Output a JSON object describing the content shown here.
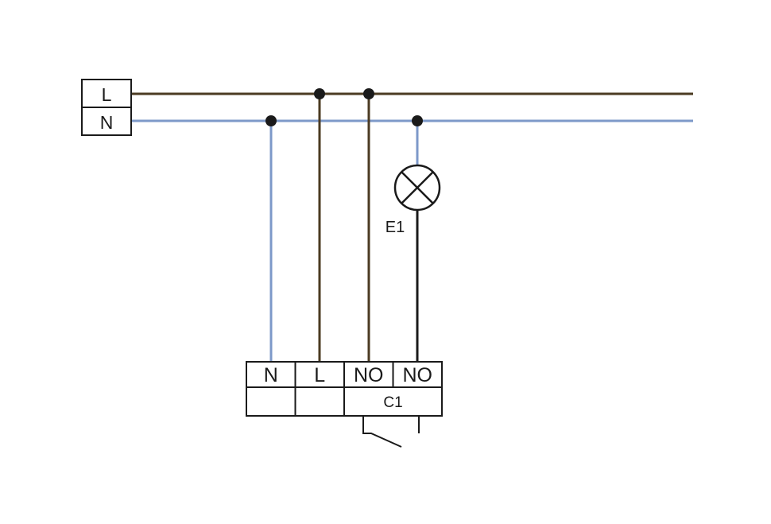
{
  "diagram": {
    "type": "wiring-diagram",
    "background": "#ffffff",
    "colors": {
      "live": "#4b3b22",
      "neutral": "#7d99c9",
      "wire": "#1a1a1a",
      "outline": "#1a1a1a"
    },
    "supply": {
      "live_label": "L",
      "neutral_label": "N"
    },
    "lamp": {
      "label": "E1"
    },
    "terminal_block": {
      "terminals": [
        "N",
        "L",
        "NO",
        "NO"
      ],
      "device_label": "C1"
    }
  }
}
